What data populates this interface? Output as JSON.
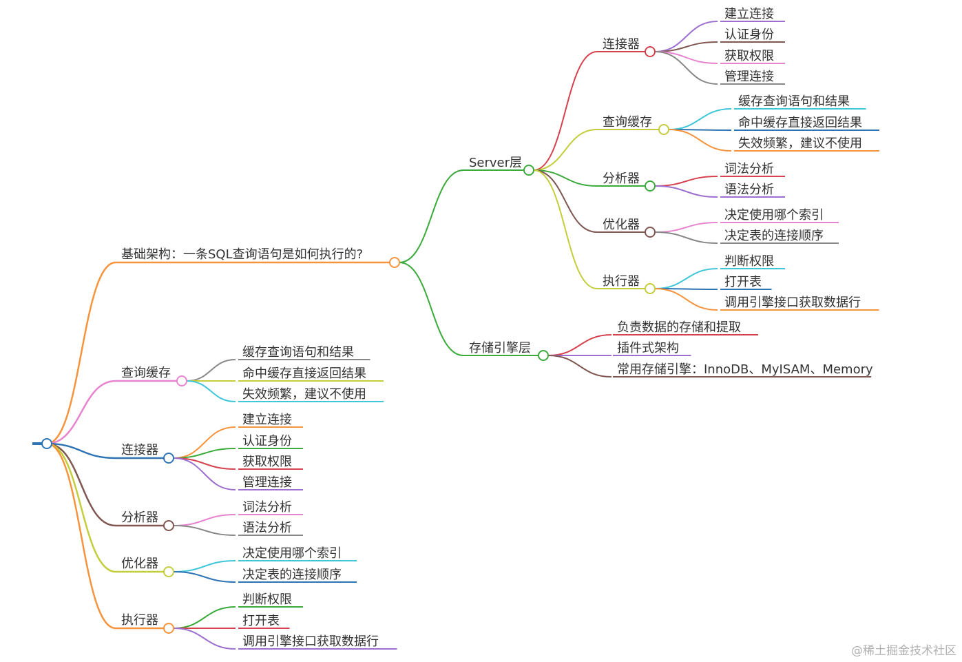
{
  "root": {
    "branches": [
      {
        "label": "基础架构：一条SQL查询语句是如何执行的?",
        "color": "#f5943d",
        "children": [
          {
            "label": "Server层",
            "color": "#3aaa3a",
            "children": [
              {
                "label": "连接器",
                "color": "#d6414e",
                "children": [
                  {
                    "label": "建立连接",
                    "color": "#9c6fcf"
                  },
                  {
                    "label": "认证身份",
                    "color": "#7f5650"
                  },
                  {
                    "label": "获取权限",
                    "color": "#e884cf"
                  },
                  {
                    "label": "管理连接",
                    "color": "#888888"
                  }
                ]
              },
              {
                "label": "查询缓存",
                "color": "#c4cd3a",
                "children": [
                  {
                    "label": "缓存查询语句和结果",
                    "color": "#3fc6d8"
                  },
                  {
                    "label": "命中缓存直接返回结果",
                    "color": "#2e74b5"
                  },
                  {
                    "label": "失效频繁，建议不使用",
                    "color": "#f5943d"
                  }
                ]
              },
              {
                "label": "分析器",
                "color": "#3aaa3a",
                "children": [
                  {
                    "label": "词法分析",
                    "color": "#d6414e"
                  },
                  {
                    "label": "语法分析",
                    "color": "#9c6fcf"
                  }
                ]
              },
              {
                "label": "优化器",
                "color": "#7f5650",
                "children": [
                  {
                    "label": "决定使用哪个索引",
                    "color": "#e884cf"
                  },
                  {
                    "label": "决定表的连接顺序",
                    "color": "#888888"
                  }
                ]
              },
              {
                "label": "执行器",
                "color": "#c4cd3a",
                "children": [
                  {
                    "label": "判断权限",
                    "color": "#3fc6d8"
                  },
                  {
                    "label": "打开表",
                    "color": "#2e74b5"
                  },
                  {
                    "label": "调用引擎接口获取数据行",
                    "color": "#f5943d"
                  }
                ]
              }
            ]
          },
          {
            "label": "存储引擎层",
            "color": "#3aaa3a",
            "children": [
              {
                "label": "负责数据的存储和提取",
                "color": "#d6414e"
              },
              {
                "label": "插件式架构",
                "color": "#9c6fcf"
              },
              {
                "label": "常用存储引擎：InnoDB、MyISAM、Memory",
                "color": "#7f5650"
              }
            ]
          }
        ]
      },
      {
        "label": "查询缓存",
        "color": "#e884cf",
        "children": [
          {
            "label": "缓存查询语句和结果",
            "color": "#888888"
          },
          {
            "label": "命中缓存直接返回结果",
            "color": "#c4cd3a"
          },
          {
            "label": "失效频繁，建议不使用",
            "color": "#3fc6d8"
          }
        ]
      },
      {
        "label": "连接器",
        "color": "#2e74b5",
        "children": [
          {
            "label": "建立连接",
            "color": "#f5943d"
          },
          {
            "label": "认证身份",
            "color": "#3aaa3a"
          },
          {
            "label": "获取权限",
            "color": "#d6414e"
          },
          {
            "label": "管理连接",
            "color": "#9c6fcf"
          }
        ]
      },
      {
        "label": "分析器",
        "color": "#7f5650",
        "children": [
          {
            "label": "词法分析",
            "color": "#e884cf"
          },
          {
            "label": "语法分析",
            "color": "#888888"
          }
        ]
      },
      {
        "label": "优化器",
        "color": "#c4cd3a",
        "children": [
          {
            "label": "决定使用哪个索引",
            "color": "#3fc6d8"
          },
          {
            "label": "决定表的连接顺序",
            "color": "#2e74b5"
          }
        ]
      },
      {
        "label": "执行器",
        "color": "#f5943d",
        "children": [
          {
            "label": "判断权限",
            "color": "#3aaa3a"
          },
          {
            "label": "打开表",
            "color": "#d6414e"
          },
          {
            "label": "调用引擎接口获取数据行",
            "color": "#9c6fcf"
          }
        ]
      }
    ],
    "root_color": "#2e74b5"
  },
  "watermark": "@稀土掘金技术社区"
}
